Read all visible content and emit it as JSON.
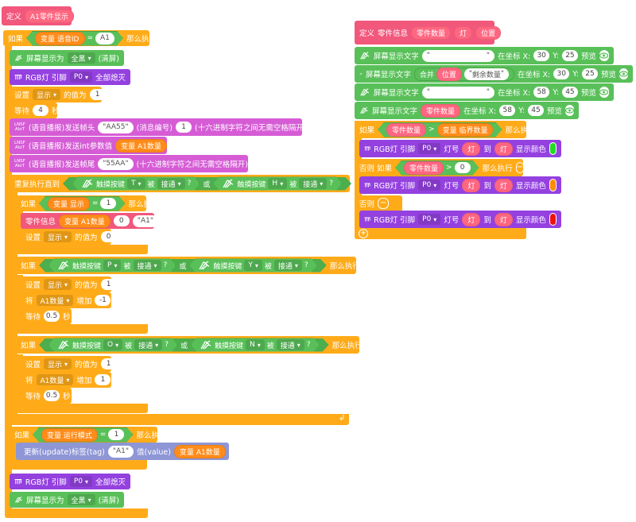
{
  "proc1": {
    "hat": {
      "define": "定义",
      "name": "A1零件显示"
    },
    "if1": {
      "if": "如果",
      "var_label": "变量",
      "var_name": "语音ID",
      "eq": "=",
      "value": "A1",
      "then": "那么执行"
    },
    "screen1": {
      "label": "屏幕显示为",
      "mode": "全黑",
      "suffix": "(清屏)"
    },
    "rgb1": {
      "label": "RGB灯 引脚",
      "pin": "P0",
      "action": "全部熄灭"
    },
    "set1": {
      "set": "设置",
      "var": "显示",
      "to": "的值为",
      "value": "1"
    },
    "wait1": {
      "wait": "等待",
      "value": "4",
      "unit": "秒"
    },
    "lnsf_icon": {
      "line1": "LNSF",
      "line2": "AIoT"
    },
    "send1": {
      "label": "(语音播报)发送帧头",
      "value": "AA55",
      "mid": "(消息编号)",
      "num": "1",
      "hint": "(十六进制字符之间无需空格隔开)"
    },
    "send2": {
      "label": "(语音播报)发送int参数值",
      "var_label": "变量",
      "var": "A1数量"
    },
    "send3": {
      "label": "(语音播报)发送帧尾",
      "value": "55AA",
      "hint": "(十六进制字符之间无需空格隔开)"
    },
    "repeat": {
      "label": "重复执行直到",
      "touch": "触摸按键",
      "k1": "T",
      "pressed": "被",
      "st1": "接通",
      "q": "?",
      "or": "或",
      "k2": "H",
      "st2": "接通"
    },
    "if2": {
      "if": "如果",
      "var_label": "变量",
      "var": "显示",
      "eq": "=",
      "value": "1",
      "then": "那么执行"
    },
    "info1": {
      "label": "零件信息",
      "var_label": "变量",
      "var": "A1数量",
      "n": "0",
      "s": "A1"
    },
    "set2": {
      "set": "设置",
      "var": "显示",
      "to": "的值为",
      "value": "0"
    },
    "if3": {
      "if": "如果",
      "touch": "触摸按键",
      "k1": "P",
      "pressed": "被",
      "st": "接通",
      "q": "?",
      "or": "或",
      "k2": "Y",
      "then": "那么执行"
    },
    "set3": {
      "set": "设置",
      "var": "显示",
      "to": "的值为",
      "value": "1"
    },
    "chg1": {
      "chg": "将",
      "var": "A1数量",
      "add": "增加",
      "value": "-1"
    },
    "wait2": {
      "wait": "等待",
      "value": "0.5",
      "unit": "秒"
    },
    "if4": {
      "if": "如果",
      "touch": "触摸按键",
      "k1": "O",
      "pressed": "被",
      "st": "接通",
      "q": "?",
      "or": "或",
      "k2": "N",
      "then": "那么执行"
    },
    "set4": {
      "set": "设置",
      "var": "显示",
      "to": "的值为",
      "value": "1"
    },
    "chg2": {
      "chg": "将",
      "var": "A1数量",
      "add": "增加",
      "value": "1"
    },
    "wait3": {
      "wait": "等待",
      "value": "0.5",
      "unit": "秒"
    },
    "loop_arrow": "↲",
    "if5": {
      "if": "如果",
      "var_label": "变量",
      "var": "运行模式",
      "eq": "=",
      "value": "1",
      "then": "那么执行"
    },
    "update": {
      "label": "更新(update)标签(tag)",
      "tag": "A1",
      "val": "值(value)",
      "var_label": "变量",
      "var": "A1数量"
    },
    "rgb2": {
      "label": "RGB灯 引脚",
      "pin": "P0",
      "action": "全部熄灭"
    },
    "screen2": {
      "label": "屏幕显示为",
      "mode": "全黑",
      "suffix": "(清屏)"
    }
  },
  "proc2": {
    "hat": {
      "define": "定义",
      "name": "零件信息",
      "p1": "零件数量",
      "p2": "灯",
      "p3": "位置"
    },
    "txt1": {
      "label": "屏幕显示文字",
      "value": "",
      "at": "在坐标 X:",
      "x": "30",
      "y_label": "Y:",
      "y": "25",
      "preview": "预览"
    },
    "txt2": {
      "label": "屏幕显示文字",
      "join": "合并",
      "p": "位置",
      "s": "剩余数量",
      "at": "在坐标 X:",
      "x": "30",
      "y_label": "Y:",
      "y": "25",
      "preview": "预览"
    },
    "txt3": {
      "label": "屏幕显示文字",
      "value": "",
      "at": "在坐标 X:",
      "x": "58",
      "y_label": "Y:",
      "y": "45",
      "preview": "预览"
    },
    "txt4": {
      "label": "屏幕显示文字",
      "p": "零件数量",
      "at": "在坐标 X:",
      "x": "58",
      "y_label": "Y:",
      "y": "45",
      "preview": "预览"
    },
    "if1": {
      "if": "如果",
      "p": "零件数量",
      "gt": ">",
      "var_label": "变量",
      "var": "临界数量",
      "then": "那么执行"
    },
    "rgb1": {
      "label": "RGB灯 引脚",
      "pin": "P0",
      "num": "灯号",
      "p1": "灯",
      "to": "到",
      "p2": "灯",
      "color": "显示颜色",
      "hex": "#22dd22"
    },
    "elif": {
      "else": "否则 如果",
      "p": "零件数量",
      "gt": ">",
      "value": "0",
      "then": "那么执行",
      "minus": "−"
    },
    "rgb2": {
      "label": "RGB灯 引脚",
      "pin": "P0",
      "num": "灯号",
      "p1": "灯",
      "to": "到",
      "p2": "灯",
      "color": "显示颜色",
      "hex": "#ff8c00"
    },
    "else": {
      "label": "否则",
      "minus": "−"
    },
    "rgb3": {
      "label": "RGB灯 引脚",
      "pin": "P0",
      "num": "灯号",
      "p1": "灯",
      "to": "到",
      "p2": "灯",
      "color": "显示颜色",
      "hex": "#ee1111"
    },
    "plus": "+"
  },
  "colors": {
    "events": "#f2577c",
    "control": "#ffab19",
    "sensing": "#59c059",
    "rgb": "#9441e0",
    "voice": "#d65cd6",
    "iot": "#8e96d6",
    "var": "#ff8c1a",
    "param": "#ff6680"
  },
  "icons": {
    "touch": "hand-touch-icon",
    "led": "rgb-led-icon",
    "lnsf": "lnsf-aiot-icon",
    "cloud": "cloud-update-icon",
    "eye": "eye-icon"
  }
}
